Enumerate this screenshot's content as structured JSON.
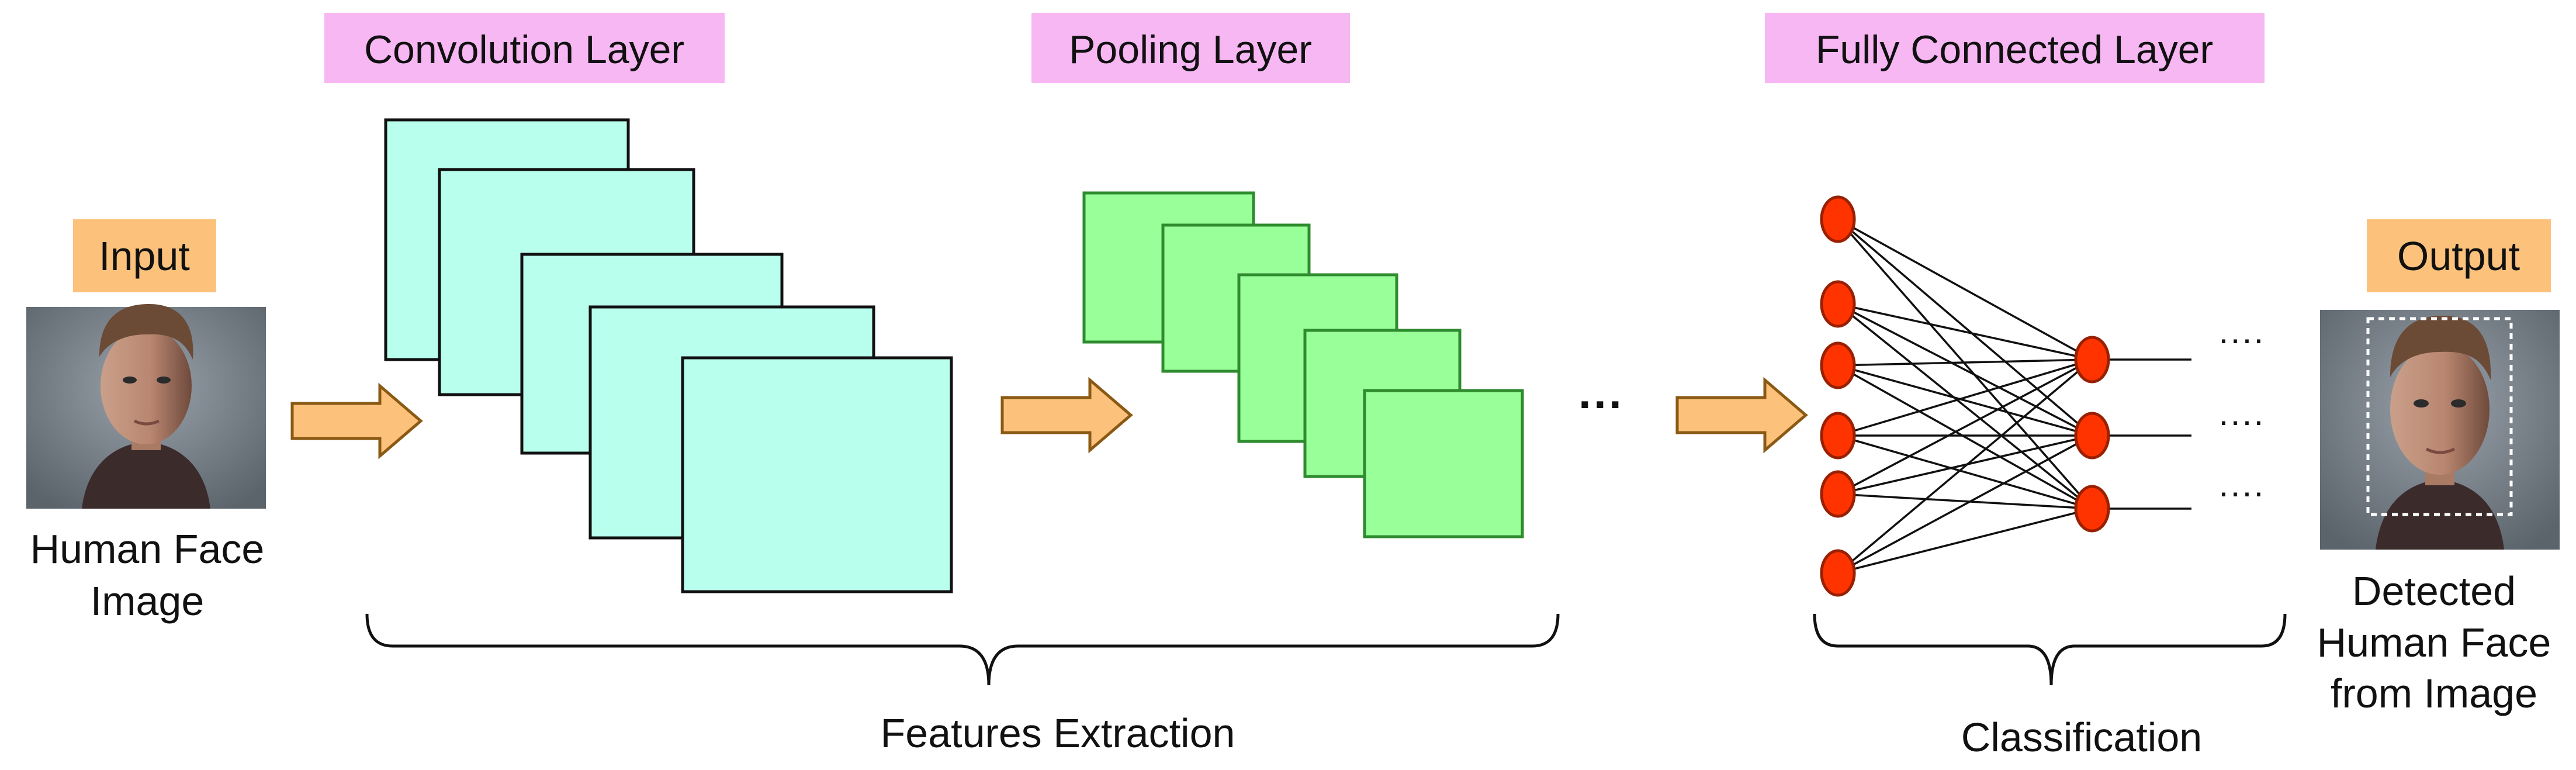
{
  "labels": {
    "input": "Input",
    "input_caption_line1": "Human Face",
    "input_caption_line2": "Image",
    "convolution": "Convolution Layer",
    "pooling": "Pooling Layer",
    "fully_connected": "Fully Connected Layer",
    "output": "Output",
    "output_caption_line1": "Detected",
    "output_caption_line2": "Human Face",
    "output_caption_line3": "from Image",
    "features_extraction": "Features Extraction",
    "classification": "Classification",
    "ellipsis_between_layers": "···",
    "output_dots": "····"
  },
  "colors": {
    "layer_label_bg": "#F7B7F3",
    "io_label_bg": "#FCC27C",
    "conv_fill": "#B9FFEE",
    "pool_fill": "#99FF99",
    "pool_stroke": "#2E8B2E",
    "arrow_fill": "#FCC27C",
    "arrow_stroke": "#8A5A14",
    "neuron_fill": "#FF3300",
    "neuron_stroke": "#992000"
  },
  "network": {
    "input_neurons": 6,
    "hidden_neurons": 3,
    "output_lines": 3
  }
}
